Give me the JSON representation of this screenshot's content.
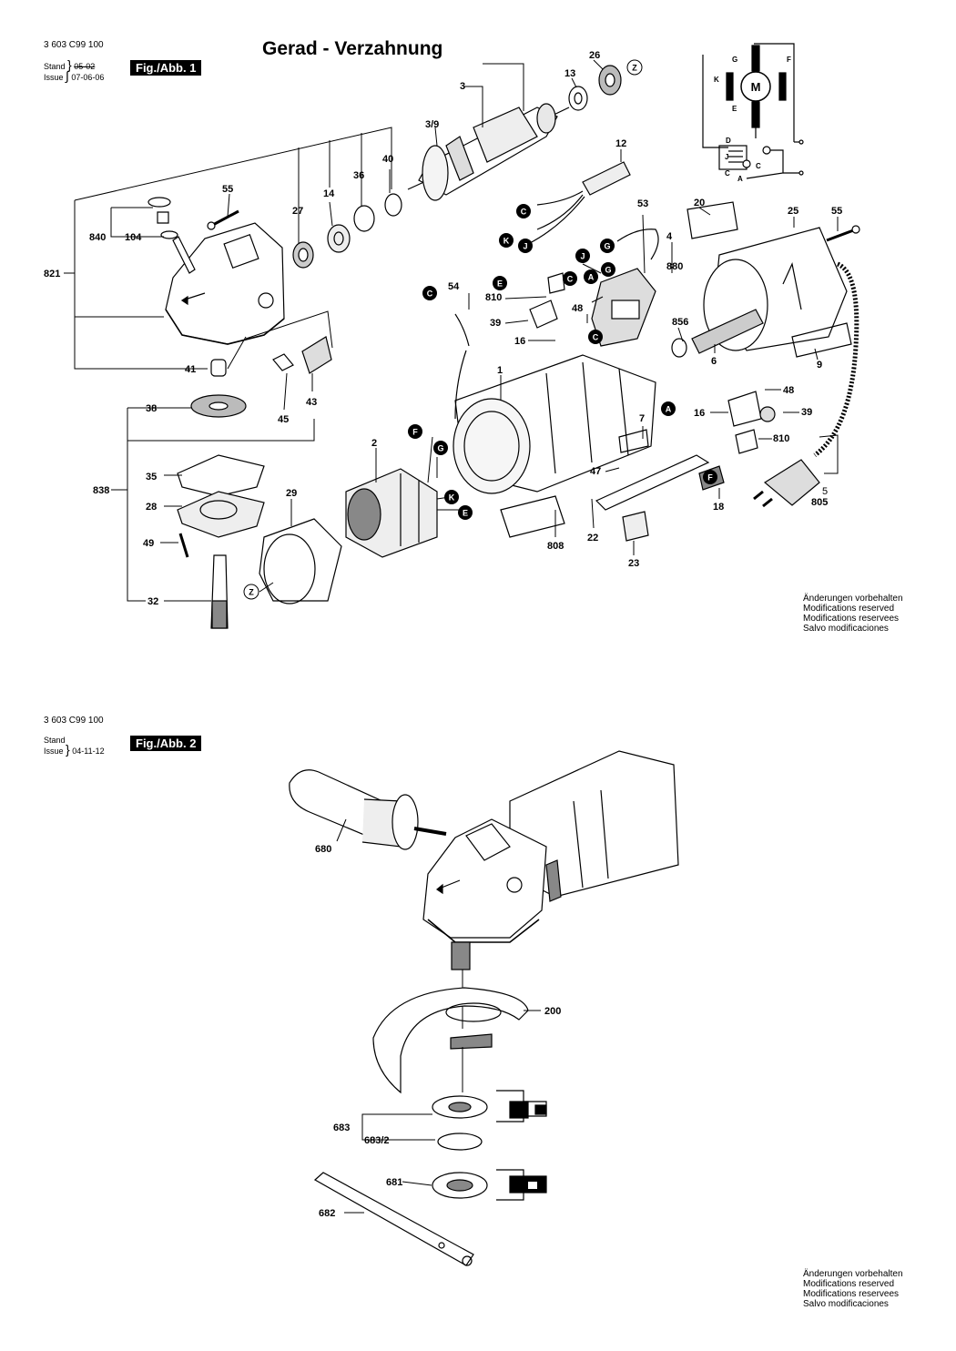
{
  "fig1": {
    "doc_number": "3 603 C99 100",
    "stand_label": "Stand",
    "issue_label": "Issue",
    "stand_date_old": "05-02",
    "issue_date": "07-06-06",
    "fig_label": "Fig./Abb. 1",
    "title": "Gerad - Verzahnung",
    "part_numbers": [
      "3",
      "26",
      "13",
      "3/9",
      "12",
      "40",
      "36",
      "14",
      "27",
      "55",
      "840",
      "104",
      "821",
      "53",
      "20",
      "25",
      "4",
      "880",
      "810",
      "54",
      "39",
      "48",
      "16",
      "856",
      "6",
      "9",
      "1",
      "41",
      "38",
      "45",
      "43",
      "7",
      "2",
      "47",
      "838",
      "35",
      "28",
      "29",
      "49",
      "32",
      "22",
      "23",
      "18",
      "808",
      "805",
      "5"
    ],
    "connector_letters": [
      "Z",
      "C",
      "K",
      "J",
      "G",
      "E",
      "A",
      "F"
    ],
    "schematic_letters": [
      "G",
      "F",
      "K",
      "E",
      "D",
      "J",
      "C",
      "A",
      "M"
    ],
    "modifications": [
      "Änderungen vorbehalten",
      "Modifications reserved",
      "Modifications reservees",
      "Salvo modificaciones"
    ]
  },
  "fig2": {
    "doc_number": "3 603 C99 100",
    "stand_label": "Stand",
    "issue_label": "Issue",
    "issue_date": "04-11-12",
    "fig_label": "Fig./Abb. 2",
    "part_numbers": [
      "680",
      "200",
      "683",
      "683/2",
      "681",
      "682"
    ],
    "modifications": [
      "Änderungen vorbehalten",
      "Modifications reserved",
      "Modifications reservees",
      "Salvo modificaciones"
    ]
  }
}
